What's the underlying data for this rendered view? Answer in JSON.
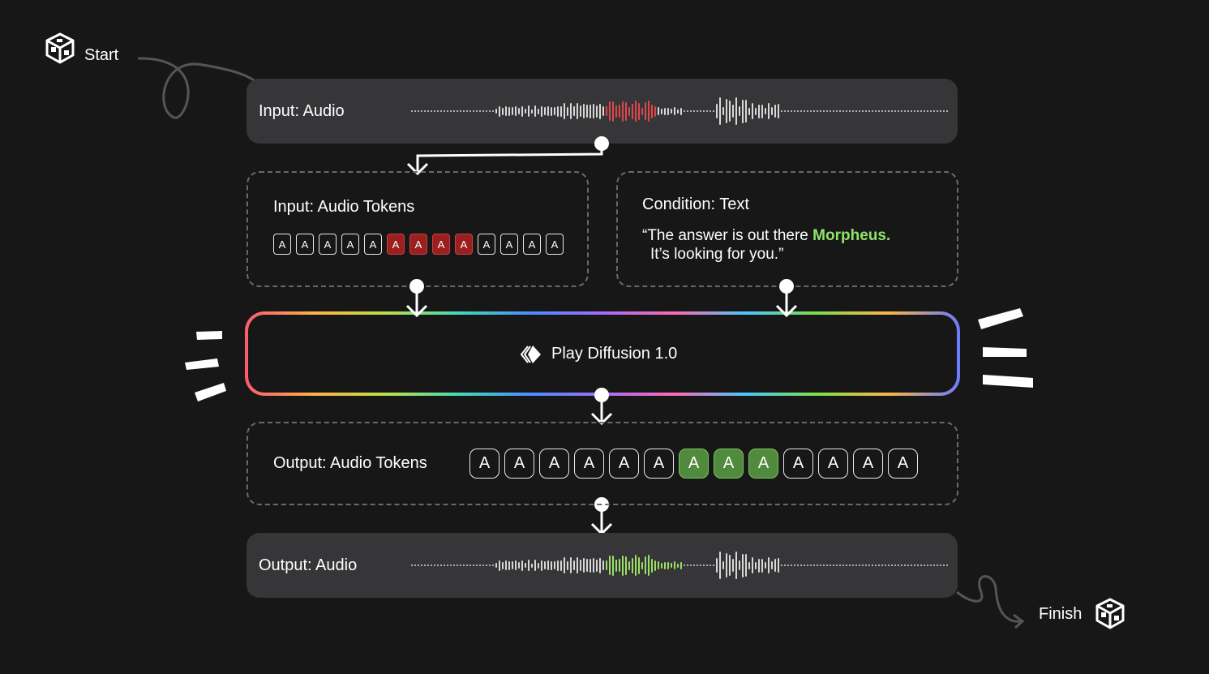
{
  "start": {
    "label": "Start",
    "icon": "cube-logo-icon"
  },
  "finish": {
    "label": "Finish",
    "icon": "cube-logo-icon"
  },
  "input_audio": {
    "label": "Input: Audio",
    "highlight_color": "#e0474c"
  },
  "input_tokens": {
    "label": "Input: Audio Tokens",
    "tokens": [
      "A",
      "A",
      "A",
      "A",
      "A",
      "A",
      "A",
      "A",
      "A",
      "A",
      "A",
      "A",
      "A"
    ],
    "highlighted": [
      5,
      6,
      7,
      8
    ],
    "highlight_color": "#9b1f1f"
  },
  "condition": {
    "label": "Condition: Text",
    "quote_start": "“The answer is out there ",
    "quote_highlight": "Morpheus.",
    "quote_end": "It’s looking for you.”",
    "highlight_color": "#8fe36b"
  },
  "model": {
    "label": "Play Diffusion 1.0",
    "icon": "play-logo-icon"
  },
  "output_tokens": {
    "label": "Output: Audio Tokens",
    "tokens": [
      "A",
      "A",
      "A",
      "A",
      "A",
      "A",
      "A",
      "A",
      "A",
      "A",
      "A",
      "A",
      "A"
    ],
    "highlighted": [
      6,
      7,
      8
    ],
    "highlight_color": "#4f8a3d"
  },
  "output_audio": {
    "label": "Output: Audio",
    "highlight_color": "#9be065"
  }
}
